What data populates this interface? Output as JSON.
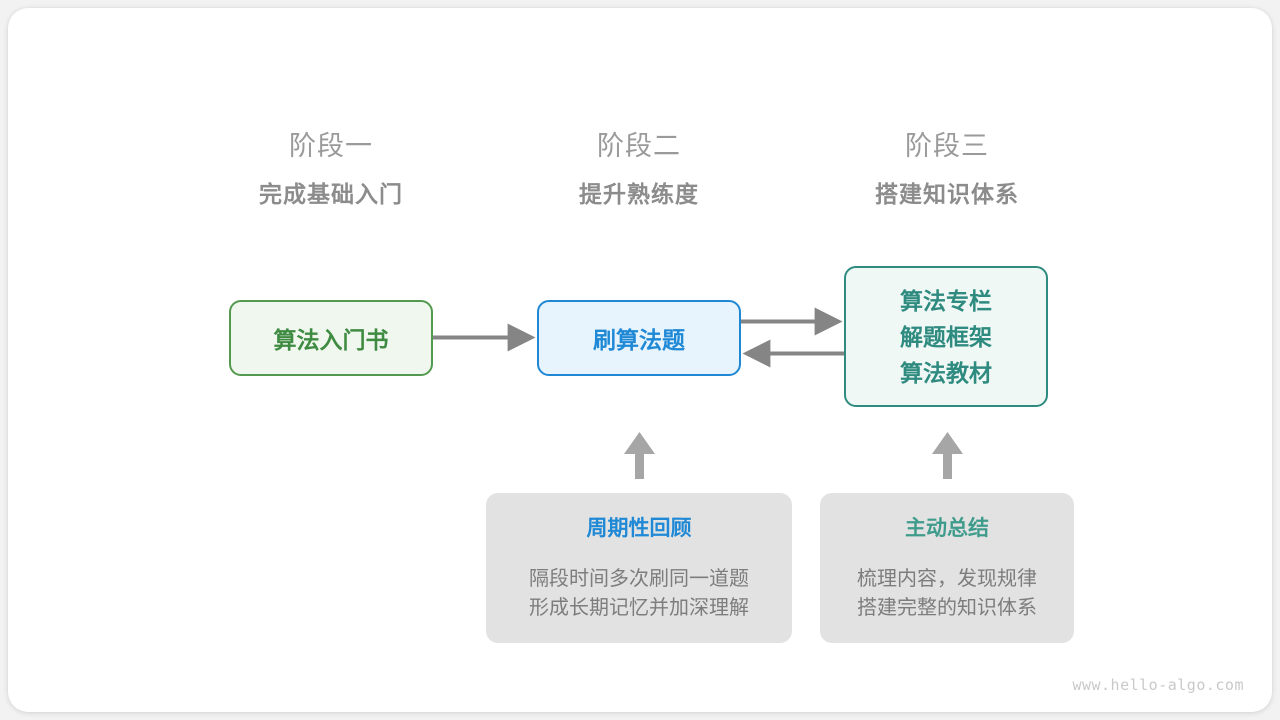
{
  "diagram": {
    "stages": [
      {
        "index": "阶段一",
        "title": "完成基础入门"
      },
      {
        "index": "阶段二",
        "title": "提升熟练度"
      },
      {
        "index": "阶段三",
        "title": "搭建知识体系"
      }
    ],
    "flow_boxes": [
      {
        "id": "book",
        "label": "算法入门书",
        "fill": "#eff7ef",
        "border": "#53994f",
        "text": "#3f8b42"
      },
      {
        "id": "practice",
        "label": "刷算法题",
        "fill": "#e7f4fd",
        "border": "#1f87d4",
        "text": "#2089d6"
      },
      {
        "id": "resources",
        "lines": [
          "算法专栏",
          "解题框架",
          "算法教材"
        ],
        "fill": "#eff8f5",
        "border": "#2f8b80",
        "text": "#2f8b80"
      }
    ],
    "notes": [
      {
        "id": "review",
        "title": "周期性回顾",
        "title_color": "#2089d6",
        "body_lines": [
          "隔段时间多次刷同一道题",
          "形成长期记忆并加深理解"
        ]
      },
      {
        "id": "summary",
        "title": "主动总结",
        "title_color": "#3f9c8c",
        "body_lines": [
          "梳理内容，发现规律",
          "搭建完整的知识体系"
        ]
      }
    ],
    "arrows": [
      {
        "name": "book-to-practice",
        "direction": "right"
      },
      {
        "name": "practice-to-resources",
        "direction": "right"
      },
      {
        "name": "resources-to-practice",
        "direction": "left"
      },
      {
        "name": "review-to-practice",
        "direction": "up"
      },
      {
        "name": "summary-to-resources",
        "direction": "up"
      }
    ],
    "arrow_color": "#858585",
    "watermark": "www.hello-algo.com"
  }
}
